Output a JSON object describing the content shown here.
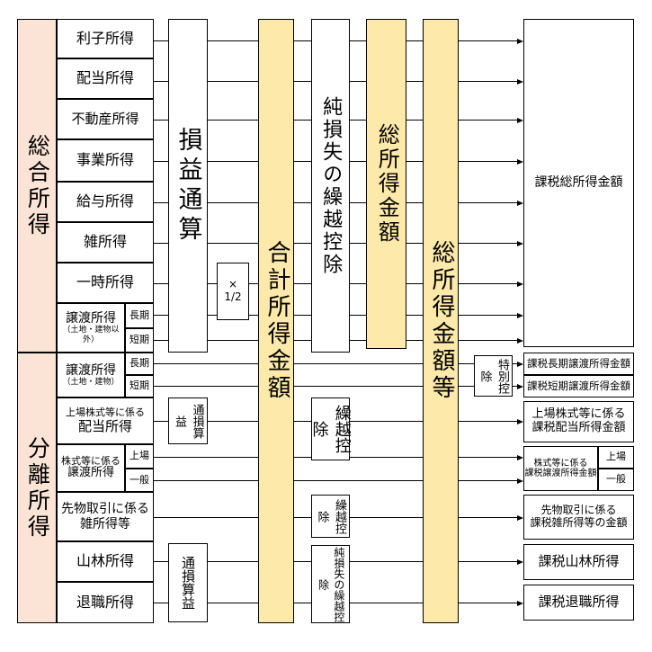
{
  "chart_data": {
    "type": "table",
    "groups": {
      "sougou": "総合所得",
      "bunri": "分離所得"
    },
    "income_types": {
      "rishi": "利子所得",
      "haitou": "配当所得",
      "fudousan": "不動産所得",
      "jigyou": "事業所得",
      "kyuyo": "給与所得",
      "zatsu": "雑所得",
      "ichiji": "一時所得",
      "jouto_sougou": {
        "main": "譲渡所得",
        "note": "（土地・建物以外）",
        "long": "長期",
        "short": "短期"
      },
      "jouto_bunri": {
        "main": "譲渡所得",
        "note": "（土地・建物）",
        "long": "長期",
        "short": "短期"
      },
      "jojo_haitou": {
        "line1": "上場株式等に係る",
        "line2": "配当所得"
      },
      "kabushiki_jouto": {
        "line1": "株式等に係る",
        "line2": "譲渡所得",
        "listed": "上場",
        "general": "一般"
      },
      "sakimono": {
        "line1": "先物取引に係る",
        "line2": "雑所得等"
      },
      "sanrin": "山林所得",
      "taishoku": "退職所得"
    },
    "process": {
      "sonneki_tsuusan": "損益通算",
      "half": {
        "x": "×",
        "frac": "1/2"
      },
      "goukei": "合計所得金額",
      "jun_sonshitsu": "純損失の繰越控除",
      "sou_shotoku": "総所得金額",
      "sou_shotoku_tou": "総所得金額等",
      "sonneki_small_1": "通損算益",
      "kurikoshi_small_1": "繰越控除",
      "kurikoshi_small_2": "繰越控除",
      "sonneki_small_2": "通損算益",
      "jun_small": "純損失の繰越控除",
      "tokubetsu": "特別控除"
    },
    "results": {
      "kazei_sou": "課税総所得金額",
      "kazei_choki": "課税長期譲渡所得金額",
      "kazei_tanki": "課税短期譲渡所得金額",
      "kazei_haitou": {
        "line1": "上場株式等に係る",
        "line2": "課税配当所得金額"
      },
      "kazei_kabushiki": {
        "line1": "株式等に係る",
        "line2": "課税譲渡所得金額",
        "listed": "上場",
        "general": "一般"
      },
      "kazei_sakimono": {
        "line1": "先物取引に係る",
        "line2": "課税雑所得等の金額"
      },
      "kazei_sanrin": "課税山林所得",
      "kazei_taishoku": "課税退職所得"
    }
  }
}
